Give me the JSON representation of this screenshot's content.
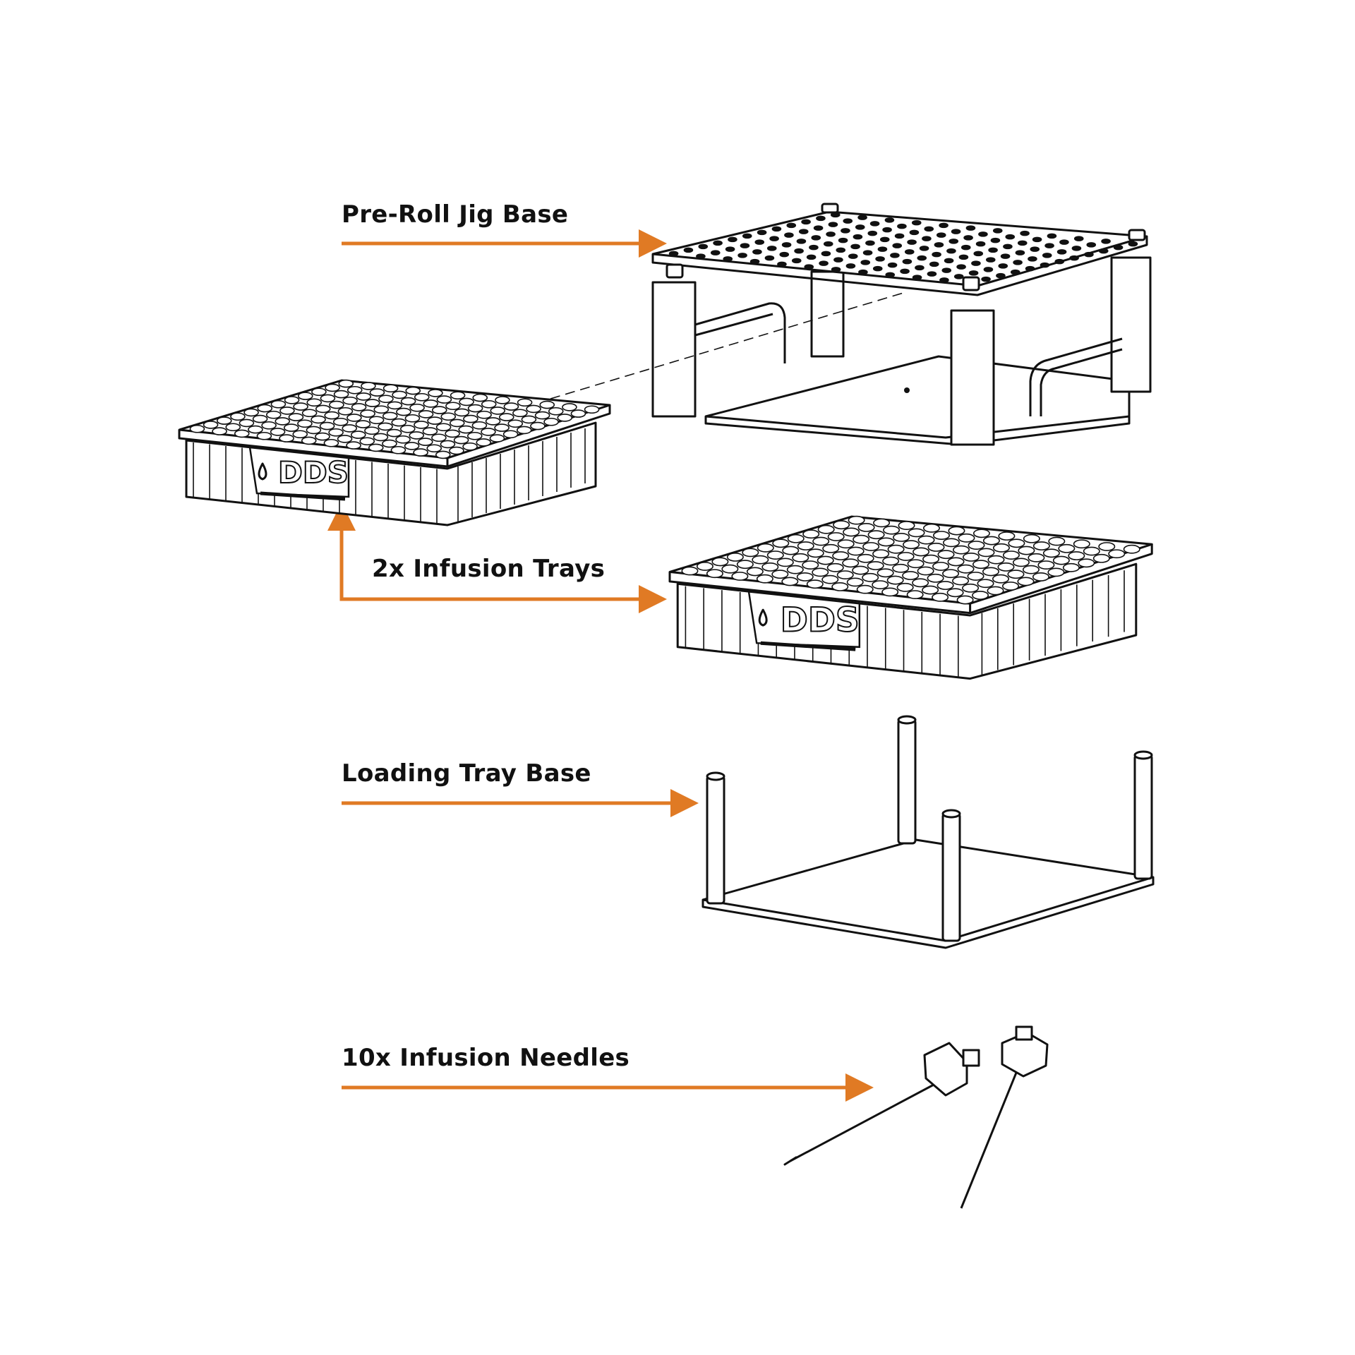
{
  "labels": {
    "jig_base": "Pre-Roll Jig Base",
    "infusion_trays": "2x Infusion Trays",
    "loading_tray_base": "Loading Tray Base",
    "infusion_needles": "10x Infusion Needles"
  },
  "tray_logo": "DDS",
  "colors": {
    "arrow": "#e07a24",
    "line": "#111111",
    "background": "#ffffff"
  }
}
